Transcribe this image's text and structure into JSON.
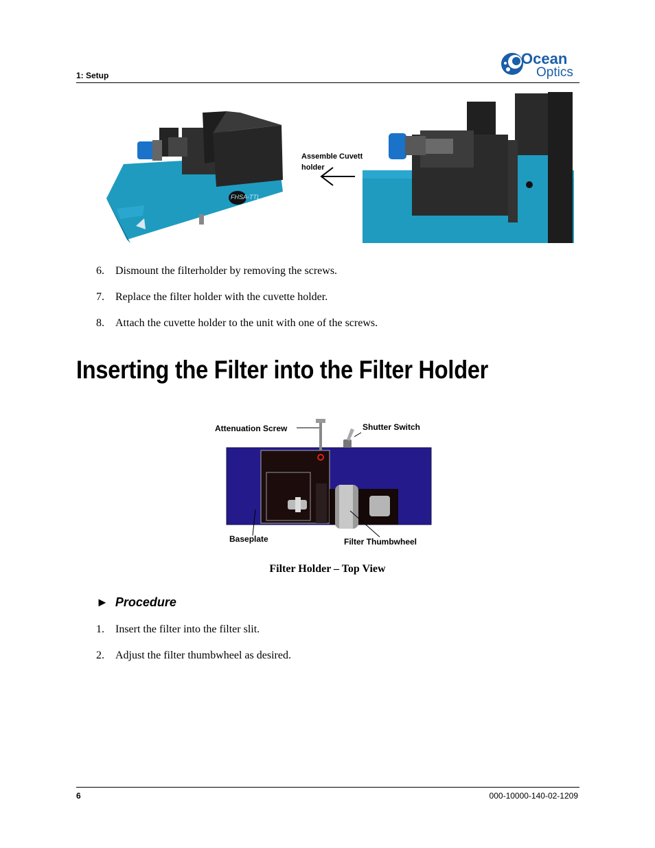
{
  "header": {
    "section": "1: Setup",
    "logo_top": "Ocean",
    "logo_bottom": "Optics"
  },
  "photos": {
    "arrow_label": "Assemble Cuvette-\nholder",
    "unit_text": "FHSA-TTL"
  },
  "steps_top": [
    {
      "num": "6.",
      "text": "Dismount the filterholder by removing the screws."
    },
    {
      "num": "7.",
      "text": "Replace the filter holder with the cuvette holder."
    },
    {
      "num": "8.",
      "text": "Attach the cuvette holder to the unit with one of the screws."
    }
  ],
  "section_title": "Inserting the Filter into the Filter Holder",
  "diagram": {
    "labels": {
      "attenuation": "Attenuation Screw",
      "shutter": "Shutter Switch",
      "baseplate": "Baseplate",
      "thumbwheel": "Filter Thumbwheel"
    },
    "caption": "Filter Holder – Top View"
  },
  "procedure": {
    "marker": "►",
    "label": "Procedure"
  },
  "steps_bottom": [
    {
      "num": "1.",
      "text": "Insert the filter into the filter slit."
    },
    {
      "num": "2.",
      "text": "Adjust the filter thumbwheel as desired."
    }
  ],
  "footer": {
    "page": "6",
    "doc_number": "000-10000-140-02-1209"
  },
  "colors": {
    "unit_blue": "#1f9bc0",
    "diagram_blue": "#241a8c",
    "logo_blue": "#1a5ea8"
  }
}
